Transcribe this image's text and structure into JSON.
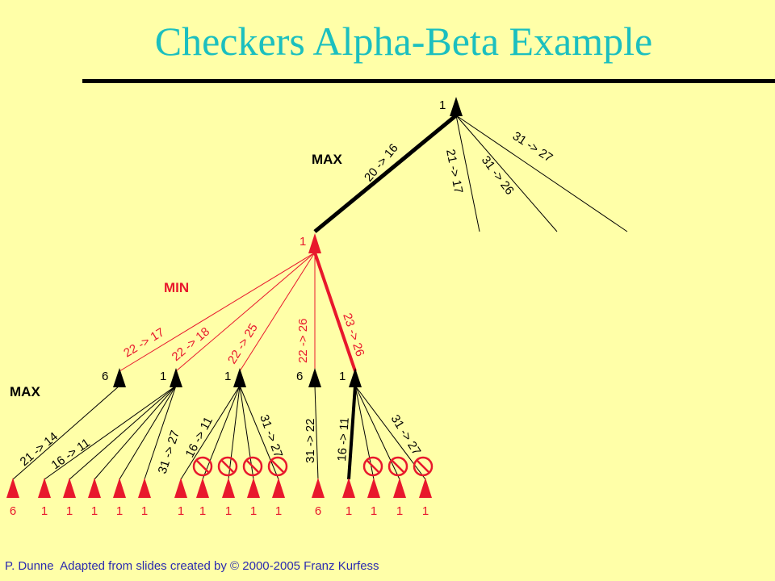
{
  "title": "Checkers Alpha-Beta Example",
  "footer": "P. Dunne  Adapted from slides created by © 2000-2005 Franz Kurfess",
  "colors": {
    "black": "#000000",
    "red": "#e8182c",
    "title": "#1bbfbf",
    "footer": "#2b2bb0",
    "background": "#ffffa8"
  },
  "levels": {
    "max_top": "MAX",
    "min": "MIN",
    "max_bottom": "MAX"
  },
  "root": {
    "value": "1"
  },
  "root_moves": [
    "20 -> 16",
    "21 -> 17",
    "31 -> 26",
    "31 -> 27"
  ],
  "min_node": {
    "value": "1"
  },
  "min_moves": [
    "22 -> 17",
    "22 -> 18",
    "22 -> 25",
    "22 -> 26",
    "23 -> 26"
  ],
  "max_nodes": [
    "6",
    "1",
    "1",
    "6",
    "1"
  ],
  "leaf_moves": [
    "21 -> 14",
    "16 -> 11",
    "31 -> 27",
    "16 -> 11",
    "31 -> 27",
    "31 -> 22",
    "16 -> 11",
    "31 -> 27"
  ],
  "leaves": [
    "6",
    "1",
    "1",
    "1",
    "1",
    "1",
    "1",
    "1",
    "1",
    "1",
    "1",
    "6",
    "1",
    "1",
    "1",
    "1"
  ]
}
